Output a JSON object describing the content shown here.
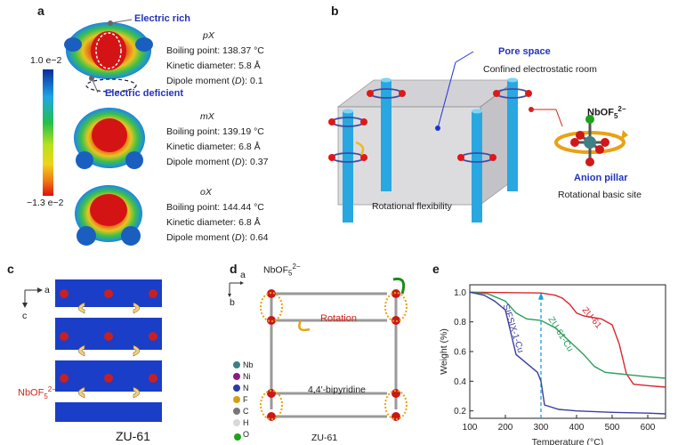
{
  "panels": {
    "a": {
      "label": "a",
      "colorbar": {
        "max": "1.0 e−2",
        "min": "−1.3 e−2"
      },
      "electric_rich": "Electric rich",
      "electric_deficient": "Electric deficient",
      "molecules": [
        {
          "name": "pX",
          "bp_label": "Boiling point:",
          "bp": "138.37 °C",
          "kd_label": "Kinetic diameter:",
          "kd": "5.8 Å",
          "dm_label": "Dipole moment",
          "dm_sym": "D",
          "dm": "0.1"
        },
        {
          "name": "mX",
          "bp_label": "Boiling point:",
          "bp": "139.19 °C",
          "kd_label": "Kinetic diameter:",
          "kd": "6.8 Å",
          "dm_label": "Dipole moment",
          "dm_sym": "D",
          "dm": "0.37"
        },
        {
          "name": "oX",
          "bp_label": "Boiling point:",
          "bp": "144.44 °C",
          "kd_label": "Kinetic diameter:",
          "kd": "6.8 Å",
          "dm_label": "Dipole moment",
          "dm_sym": "D",
          "dm": "0.64"
        }
      ]
    },
    "b": {
      "label": "b",
      "pore_space": "Pore space",
      "confined": "Confined electrostatic room",
      "anion": "NbOF",
      "anion_sub": "5",
      "anion_sup": "2−",
      "anion_pillar": "Anion pillar",
      "rotational_basic": "Rotational basic site",
      "rotational_flex": "Rotational flexibility"
    },
    "c": {
      "label": "c",
      "axis_a": "a",
      "axis_c": "c",
      "anion": "NbOF",
      "anion_sub": "5",
      "anion_sup": "2−",
      "caption": "ZU-61"
    },
    "d": {
      "label": "d",
      "anion": "NbOF",
      "anion_sub": "5",
      "anion_sup": "2−",
      "axis_a": "a",
      "axis_b": "b",
      "rotation": "Rotation",
      "bipyridine": "4,4′-bipyridine",
      "caption": "ZU-61",
      "legend": [
        {
          "el": "Nb",
          "color": "#3f7f86"
        },
        {
          "el": "Ni",
          "color": "#8a1a8a"
        },
        {
          "el": "N",
          "color": "#2a3aa8"
        },
        {
          "el": "F",
          "color": "#d4a010"
        },
        {
          "el": "C",
          "color": "#777777"
        },
        {
          "el": "H",
          "color": "#d8d8d8"
        },
        {
          "el": "O",
          "color": "#1ca31c"
        }
      ]
    },
    "e": {
      "label": "e"
    }
  },
  "chart_data": {
    "type": "line",
    "xlabel": "Temperature (°C)",
    "ylabel": "Weight (%)",
    "xlim": [
      100,
      650
    ],
    "ylim": [
      0.15,
      1.05
    ],
    "xticks": [
      100,
      200,
      300,
      400,
      500,
      600
    ],
    "yticks": [
      0.2,
      0.4,
      0.6,
      0.8,
      1.0
    ],
    "xtick_labels": [
      "100",
      "200",
      "300",
      "400",
      "500",
      "600"
    ],
    "ytick_labels": [
      "0.2",
      "0.4",
      "0.6",
      "0.8",
      "1.0"
    ],
    "dashed_marker_x": 300,
    "series": [
      {
        "name": "ZU-61",
        "color": "#d9262e",
        "x": [
          100,
          300,
          340,
          360,
          380,
          400,
          420,
          470,
          500,
          520,
          540,
          560,
          600,
          650
        ],
        "y": [
          1.0,
          0.995,
          0.98,
          0.96,
          0.92,
          0.86,
          0.84,
          0.82,
          0.78,
          0.65,
          0.45,
          0.38,
          0.37,
          0.36
        ]
      },
      {
        "name": "ZU-61-Cu",
        "color": "#2a9e5a",
        "x": [
          100,
          150,
          200,
          230,
          260,
          300,
          340,
          380,
          420,
          450,
          480,
          520,
          560,
          600,
          650
        ],
        "y": [
          1.0,
          0.99,
          0.94,
          0.86,
          0.82,
          0.81,
          0.76,
          0.67,
          0.58,
          0.5,
          0.46,
          0.45,
          0.44,
          0.43,
          0.42
        ]
      },
      {
        "name": "SIFSIX-1-Cu",
        "color": "#3b3f9e",
        "x": [
          100,
          140,
          170,
          200,
          230,
          260,
          290,
          300,
          310,
          350,
          400,
          500,
          600,
          650
        ],
        "y": [
          1.0,
          0.98,
          0.94,
          0.88,
          0.58,
          0.52,
          0.46,
          0.4,
          0.24,
          0.21,
          0.2,
          0.19,
          0.185,
          0.18
        ]
      }
    ]
  }
}
